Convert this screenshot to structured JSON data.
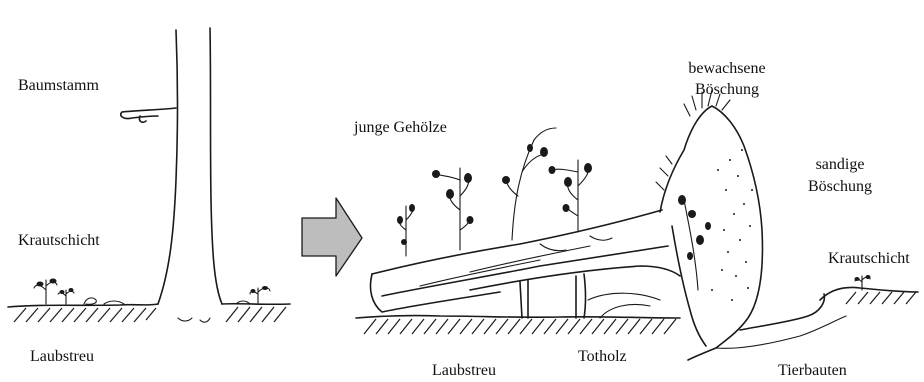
{
  "labels": {
    "baumstamm": "Baumstamm",
    "krautschicht_left": "Krautschicht",
    "laubstreu_left": "Laubstreu",
    "junge_gehoelze": "junge Gehölze",
    "bewachsene_line1": "bewachsene",
    "bewachsene_line2": "Böschung",
    "sandige_line1": "sandige",
    "sandige_line2": "Böschung",
    "krautschicht_right": "Krautschicht",
    "laubstreu_right": "Laubstreu",
    "totholz": "Totholz",
    "tierbauten": "Tierbauten"
  },
  "colors": {
    "ink": "#1a1a1a",
    "arrow_fill": "#bdbdbd",
    "background": "#ffffff"
  },
  "icons": {
    "transition_arrow": "arrow-right-icon"
  }
}
